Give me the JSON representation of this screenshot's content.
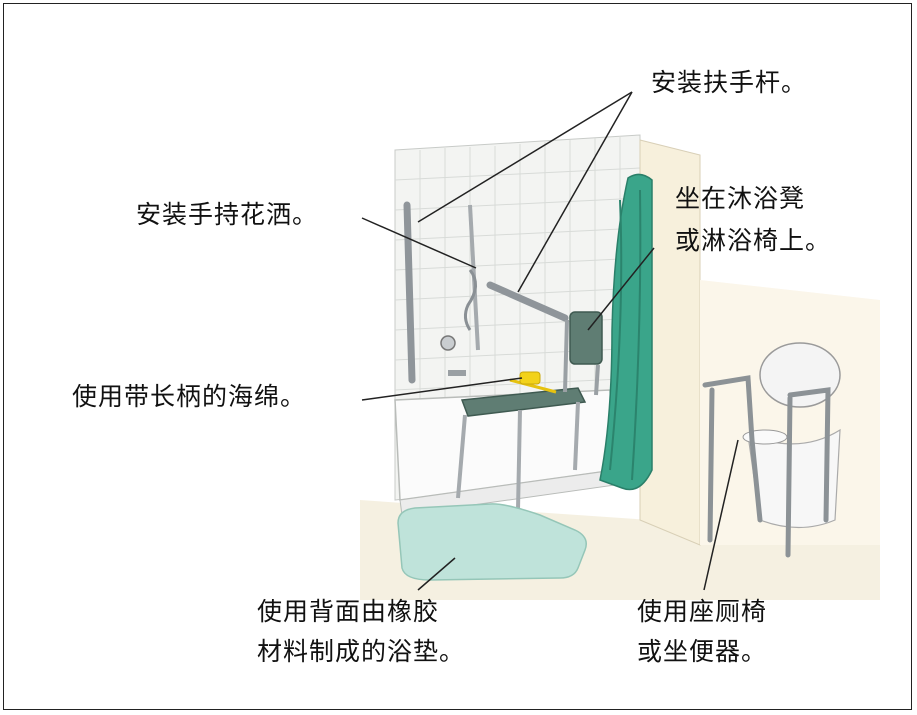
{
  "labels": {
    "grab_bar": "安装扶手杆。",
    "handheld_shower": "安装手持花洒。",
    "bench_line1": "坐在沐浴凳",
    "bench_line2": "或淋浴椅上。",
    "sponge": "使用带长柄的海绵。",
    "mat_line1": "使用背面由橡胶",
    "mat_line2": "材料制成的浴垫。",
    "commode_line1": "使用座厕椅",
    "commode_line2": "或坐便器。"
  },
  "colors": {
    "curtain": "#3aa58a",
    "bath_mat": "#bfe3da",
    "bench_seat": "#5f7d73",
    "sponge": "#f2d21a",
    "tile_wall": "#f3f4f2",
    "floor": "#f3ecd9",
    "side_wall": "#f7f0dc",
    "leader_line": "#222222"
  }
}
